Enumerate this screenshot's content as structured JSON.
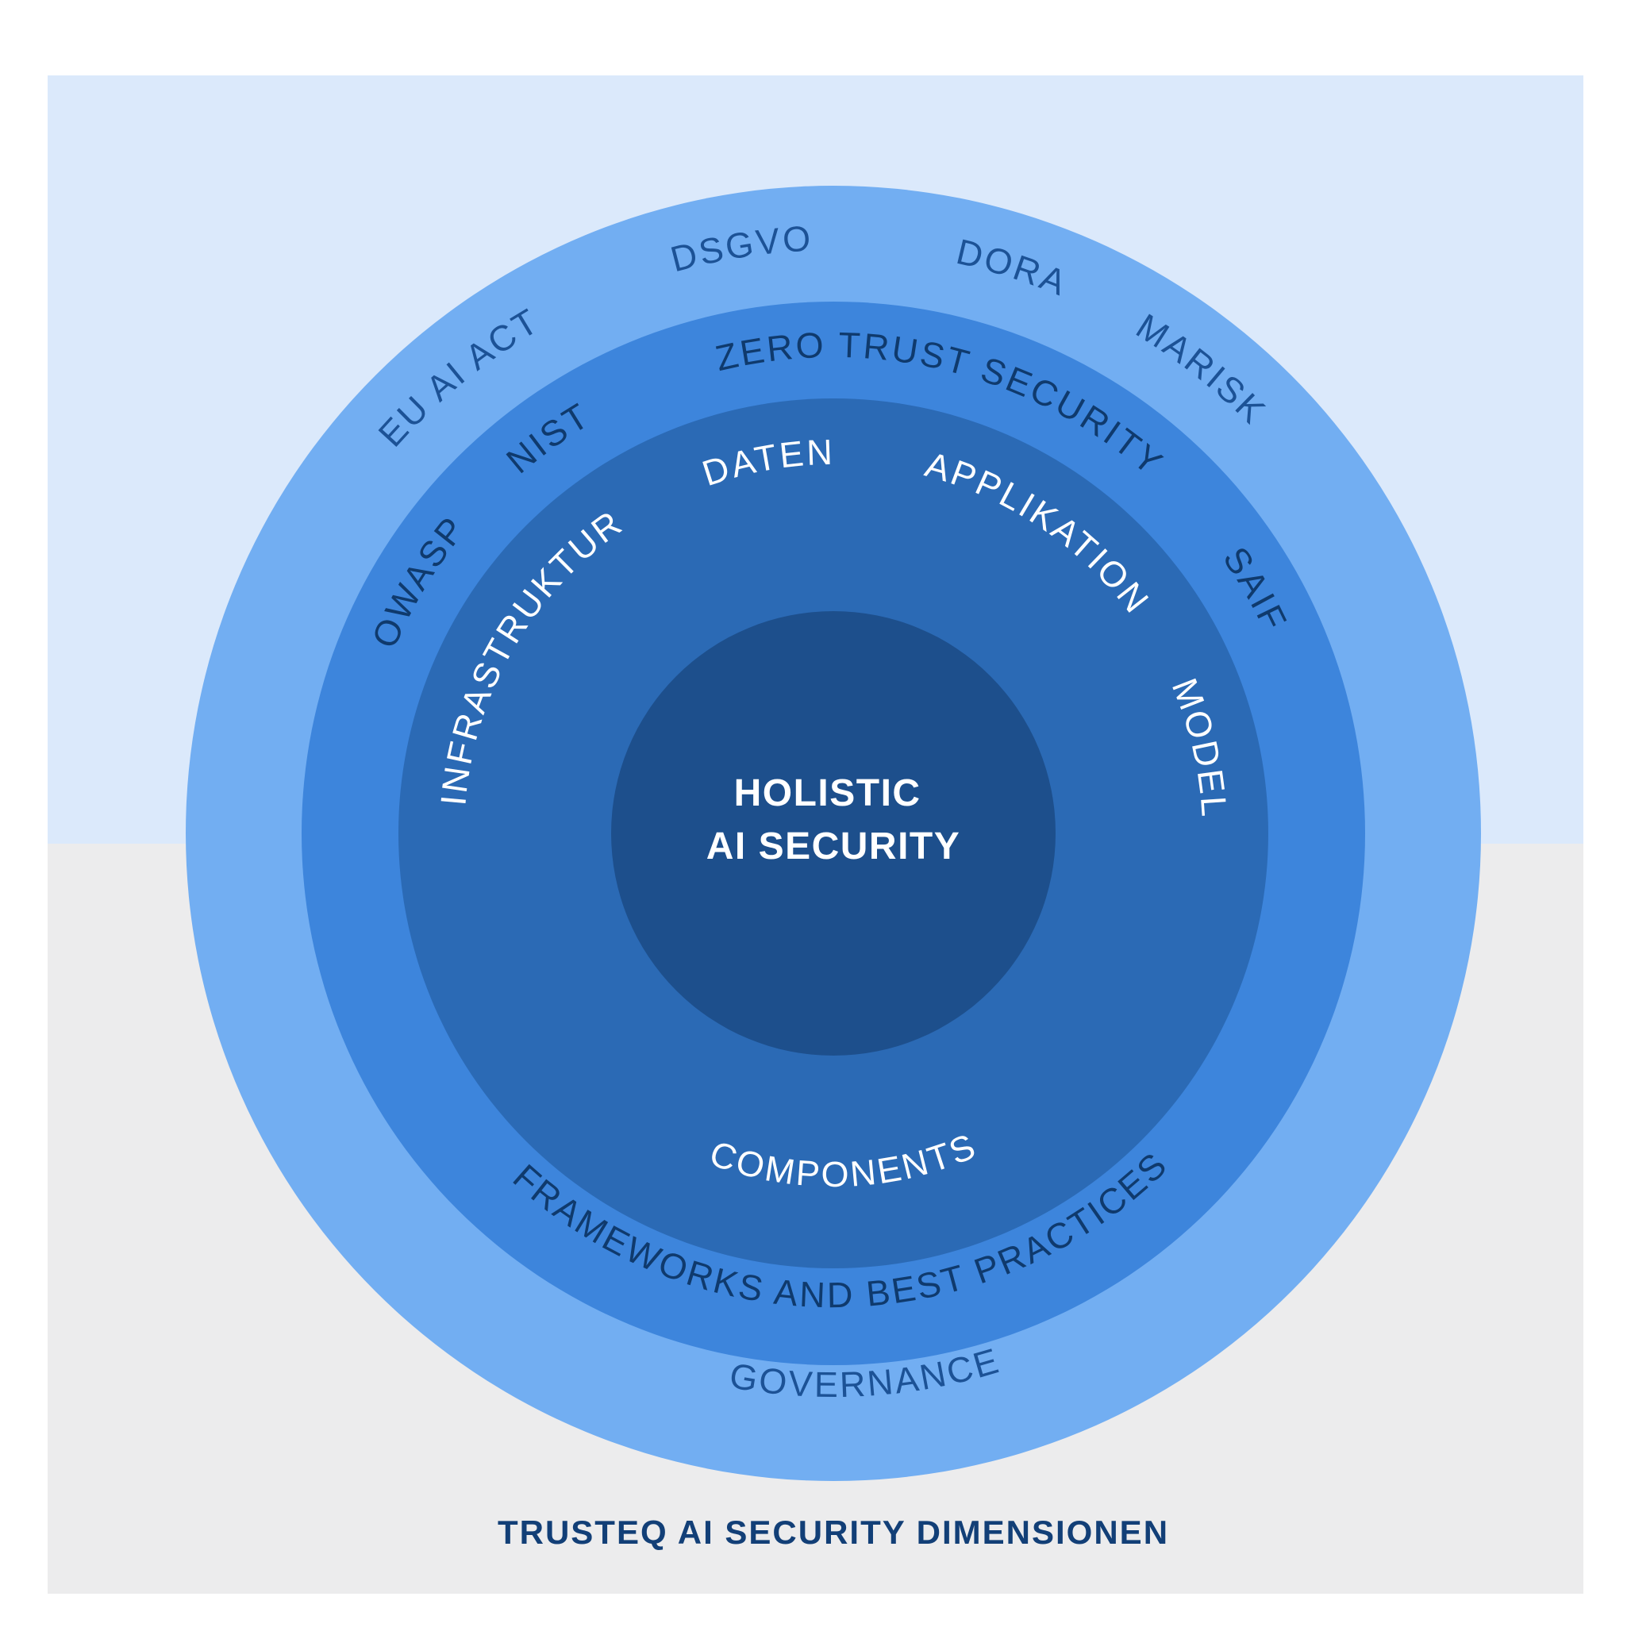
{
  "caption": "TRUSTEQ AI SECURITY DIMENSIONEN",
  "center": {
    "line1": "HOLISTIC",
    "line2": "AI SECURITY"
  },
  "outer_ring": {
    "category": "GOVERNANCE",
    "items": [
      "EU AI ACT",
      "DSGVO",
      "DORA",
      "MARISK"
    ]
  },
  "middle_ring": {
    "category": "FRAMEWORKS AND BEST PRACTICES",
    "items": [
      "OWASP",
      "NIST",
      "ZERO TRUST SECURITY",
      "SAIF"
    ]
  },
  "inner_ring": {
    "category": "COMPONENTS",
    "items": [
      "INFRASTRUKTUR",
      "DATEN",
      "APPLIKATION",
      "MODEL"
    ]
  },
  "colors": {
    "background_top": "#dbe9fb",
    "background_bottom": "#ececed",
    "outer_ring": "#72aef2",
    "middle_ring": "#3d85dc",
    "inner_ring": "#2b6ab5",
    "center_circle": "#1d4f8c",
    "outer_text": "#1c5296",
    "middle_text": "#0f3a6d",
    "inner_text": "#ffffff",
    "center_text": "#ffffff",
    "caption_text": "#123f77"
  }
}
